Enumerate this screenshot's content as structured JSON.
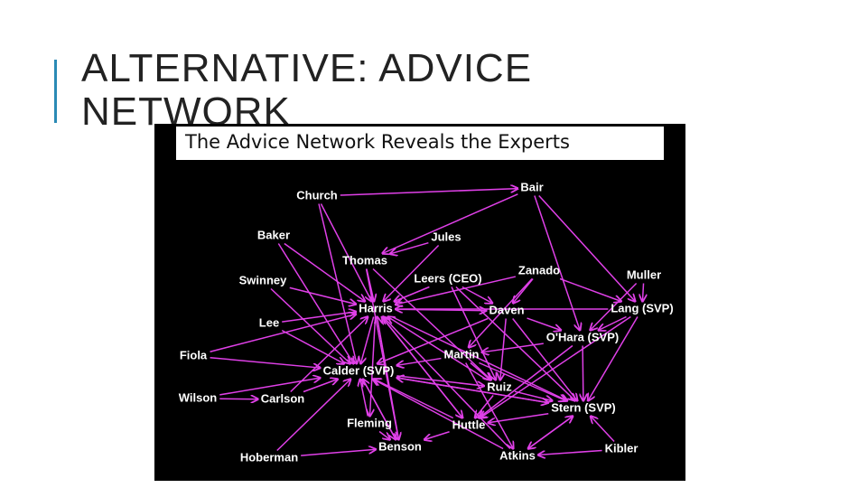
{
  "slide": {
    "title": "ALTERNATIVE: ADVICE NETWORK",
    "accent_color": "#2a8ab5"
  },
  "figure": {
    "banner_title": "The Advice Network Reveals the Experts",
    "edge_color": "#e040e8",
    "node_label_color": "#ffffff",
    "nodes": [
      {
        "id": "church",
        "label": "Church"
      },
      {
        "id": "bair",
        "label": "Bair"
      },
      {
        "id": "baker",
        "label": "Baker"
      },
      {
        "id": "jules",
        "label": "Jules"
      },
      {
        "id": "thomas",
        "label": "Thomas"
      },
      {
        "id": "swinney",
        "label": "Swinney"
      },
      {
        "id": "leers",
        "label": "Leers (CEO)"
      },
      {
        "id": "zanado",
        "label": "Zanado"
      },
      {
        "id": "muller",
        "label": "Muller"
      },
      {
        "id": "harris",
        "label": "Harris"
      },
      {
        "id": "daven",
        "label": "Daven"
      },
      {
        "id": "lang",
        "label": "Lang (SVP)"
      },
      {
        "id": "lee",
        "label": "Lee"
      },
      {
        "id": "ohara",
        "label": "O'Hara (SVP)"
      },
      {
        "id": "fiola",
        "label": "Fiola"
      },
      {
        "id": "martin",
        "label": "Martin"
      },
      {
        "id": "calder",
        "label": "Calder (SVP)"
      },
      {
        "id": "ruiz",
        "label": "Ruiz"
      },
      {
        "id": "wilson",
        "label": "Wilson"
      },
      {
        "id": "carlson",
        "label": "Carlson"
      },
      {
        "id": "stern",
        "label": "Stern (SVP)"
      },
      {
        "id": "fleming",
        "label": "Fleming"
      },
      {
        "id": "huttle",
        "label": "Huttle"
      },
      {
        "id": "kibler",
        "label": "Kibler"
      },
      {
        "id": "benson",
        "label": "Benson"
      },
      {
        "id": "atkins",
        "label": "Atkins"
      },
      {
        "id": "hoberman",
        "label": "Hoberman"
      }
    ],
    "edges": [
      [
        "church",
        "bair"
      ],
      [
        "church",
        "calder"
      ],
      [
        "church",
        "harris"
      ],
      [
        "bair",
        "thomas"
      ],
      [
        "bair",
        "lang"
      ],
      [
        "bair",
        "ohara"
      ],
      [
        "baker",
        "calder"
      ],
      [
        "baker",
        "harris"
      ],
      [
        "jules",
        "thomas"
      ],
      [
        "jules",
        "harris"
      ],
      [
        "thomas",
        "harris"
      ],
      [
        "thomas",
        "ruiz"
      ],
      [
        "thomas",
        "benson"
      ],
      [
        "swinney",
        "harris"
      ],
      [
        "swinney",
        "calder"
      ],
      [
        "leers",
        "harris"
      ],
      [
        "leers",
        "daven"
      ],
      [
        "leers",
        "ruiz"
      ],
      [
        "leers",
        "stern"
      ],
      [
        "zanado",
        "harris"
      ],
      [
        "zanado",
        "daven"
      ],
      [
        "zanado",
        "lang"
      ],
      [
        "zanado",
        "martin"
      ],
      [
        "muller",
        "lang"
      ],
      [
        "muller",
        "ohara"
      ],
      [
        "harris",
        "daven"
      ],
      [
        "harris",
        "calder"
      ],
      [
        "harris",
        "fleming"
      ],
      [
        "harris",
        "huttle"
      ],
      [
        "harris",
        "stern"
      ],
      [
        "daven",
        "ohara"
      ],
      [
        "daven",
        "calder"
      ],
      [
        "daven",
        "stern"
      ],
      [
        "daven",
        "ruiz"
      ],
      [
        "lang",
        "ohara"
      ],
      [
        "lang",
        "stern"
      ],
      [
        "lang",
        "harris"
      ],
      [
        "lang",
        "huttle"
      ],
      [
        "lee",
        "harris"
      ],
      [
        "lee",
        "calder"
      ],
      [
        "ohara",
        "stern"
      ],
      [
        "ohara",
        "huttle"
      ],
      [
        "ohara",
        "martin"
      ],
      [
        "fiola",
        "calder"
      ],
      [
        "fiola",
        "harris"
      ],
      [
        "martin",
        "calder"
      ],
      [
        "martin",
        "stern"
      ],
      [
        "martin",
        "ruiz"
      ],
      [
        "martin",
        "atkins"
      ],
      [
        "calder",
        "ruiz"
      ],
      [
        "calder",
        "benson"
      ],
      [
        "calder",
        "stern"
      ],
      [
        "ruiz",
        "stern"
      ],
      [
        "ruiz",
        "huttle"
      ],
      [
        "ruiz",
        "harris"
      ],
      [
        "wilson",
        "calder"
      ],
      [
        "wilson",
        "carlson"
      ],
      [
        "carlson",
        "calder"
      ],
      [
        "carlson",
        "harris"
      ],
      [
        "stern",
        "huttle"
      ],
      [
        "stern",
        "atkins"
      ],
      [
        "stern",
        "calder"
      ],
      [
        "fleming",
        "benson"
      ],
      [
        "fleming",
        "calder"
      ],
      [
        "huttle",
        "calder"
      ],
      [
        "huttle",
        "harris"
      ],
      [
        "huttle",
        "benson"
      ],
      [
        "kibler",
        "stern"
      ],
      [
        "kibler",
        "atkins"
      ],
      [
        "benson",
        "calder"
      ],
      [
        "benson",
        "harris"
      ],
      [
        "atkins",
        "stern"
      ],
      [
        "atkins",
        "calder"
      ],
      [
        "atkins",
        "harris"
      ],
      [
        "hoberman",
        "benson"
      ],
      [
        "hoberman",
        "calder"
      ]
    ]
  }
}
